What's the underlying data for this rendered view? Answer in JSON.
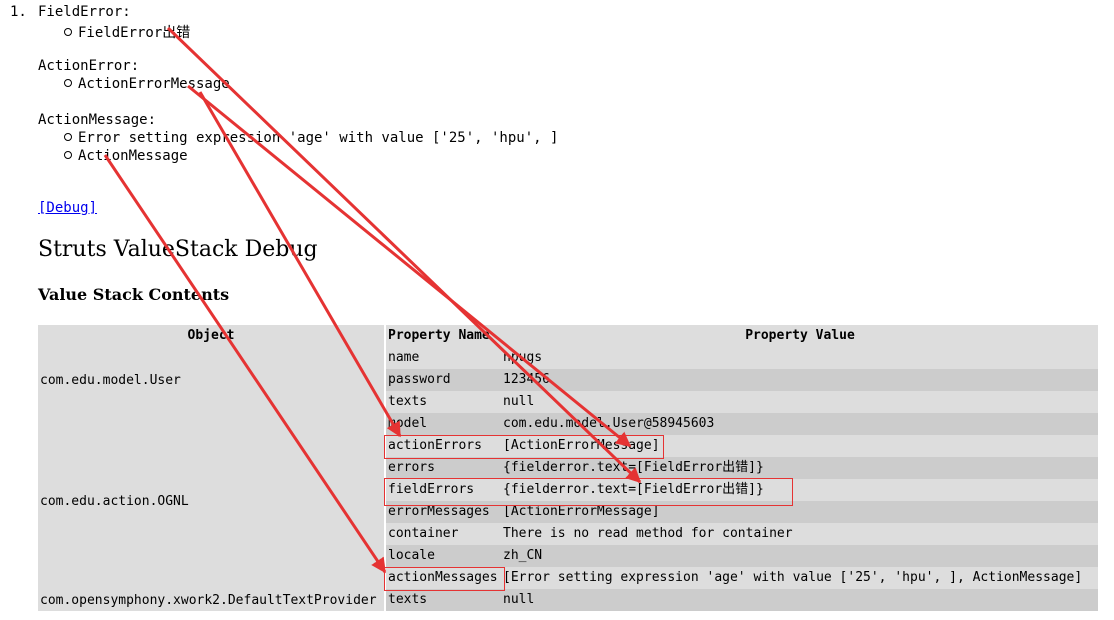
{
  "list": {
    "number": "1.",
    "sections": [
      {
        "title": "FieldError:",
        "items": [
          "FieldError出错"
        ]
      },
      {
        "title": "ActionError:",
        "items": [
          "ActionErrorMessage"
        ]
      },
      {
        "title": "ActionMessage:",
        "items": [
          "Error setting expression 'age' with value ['25', 'hpu', ]",
          "ActionMessage"
        ]
      }
    ]
  },
  "debug_link": "[Debug]",
  "heading": "Struts ValueStack Debug",
  "subheading": "Value Stack Contents",
  "table": {
    "headers": {
      "object": "Object",
      "property_name": "Property Name",
      "property_value": "Property Value"
    },
    "objects": [
      "com.edu.model.User",
      "com.edu.action.OGNL",
      "com.opensymphony.xwork2.DefaultTextProvider"
    ],
    "rows": [
      {
        "name": "name",
        "value": "hpugs"
      },
      {
        "name": "password",
        "value": "123456"
      },
      {
        "name": "texts",
        "value": "null"
      },
      {
        "name": "model",
        "value": "com.edu.model.User@58945603"
      },
      {
        "name": "actionErrors",
        "value": "[ActionErrorMessage]"
      },
      {
        "name": "errors",
        "value": "{fielderror.text=[FieldError出错]}"
      },
      {
        "name": "fieldErrors",
        "value": "{fielderror.text=[FieldError出错]}"
      },
      {
        "name": "errorMessages",
        "value": "[ActionErrorMessage]"
      },
      {
        "name": "container",
        "value": "There is no read method for container"
      },
      {
        "name": "locale",
        "value": "zh_CN"
      },
      {
        "name": "actionMessages",
        "value": "[Error setting expression 'age' with value ['25', 'hpu', ], ActionMessage]"
      },
      {
        "name": "texts",
        "value": "null"
      }
    ]
  },
  "colors": {
    "annotation": "#e53333",
    "link": "#0000ee",
    "row_light": "#dddddd",
    "row_dark": "#cccccc"
  }
}
